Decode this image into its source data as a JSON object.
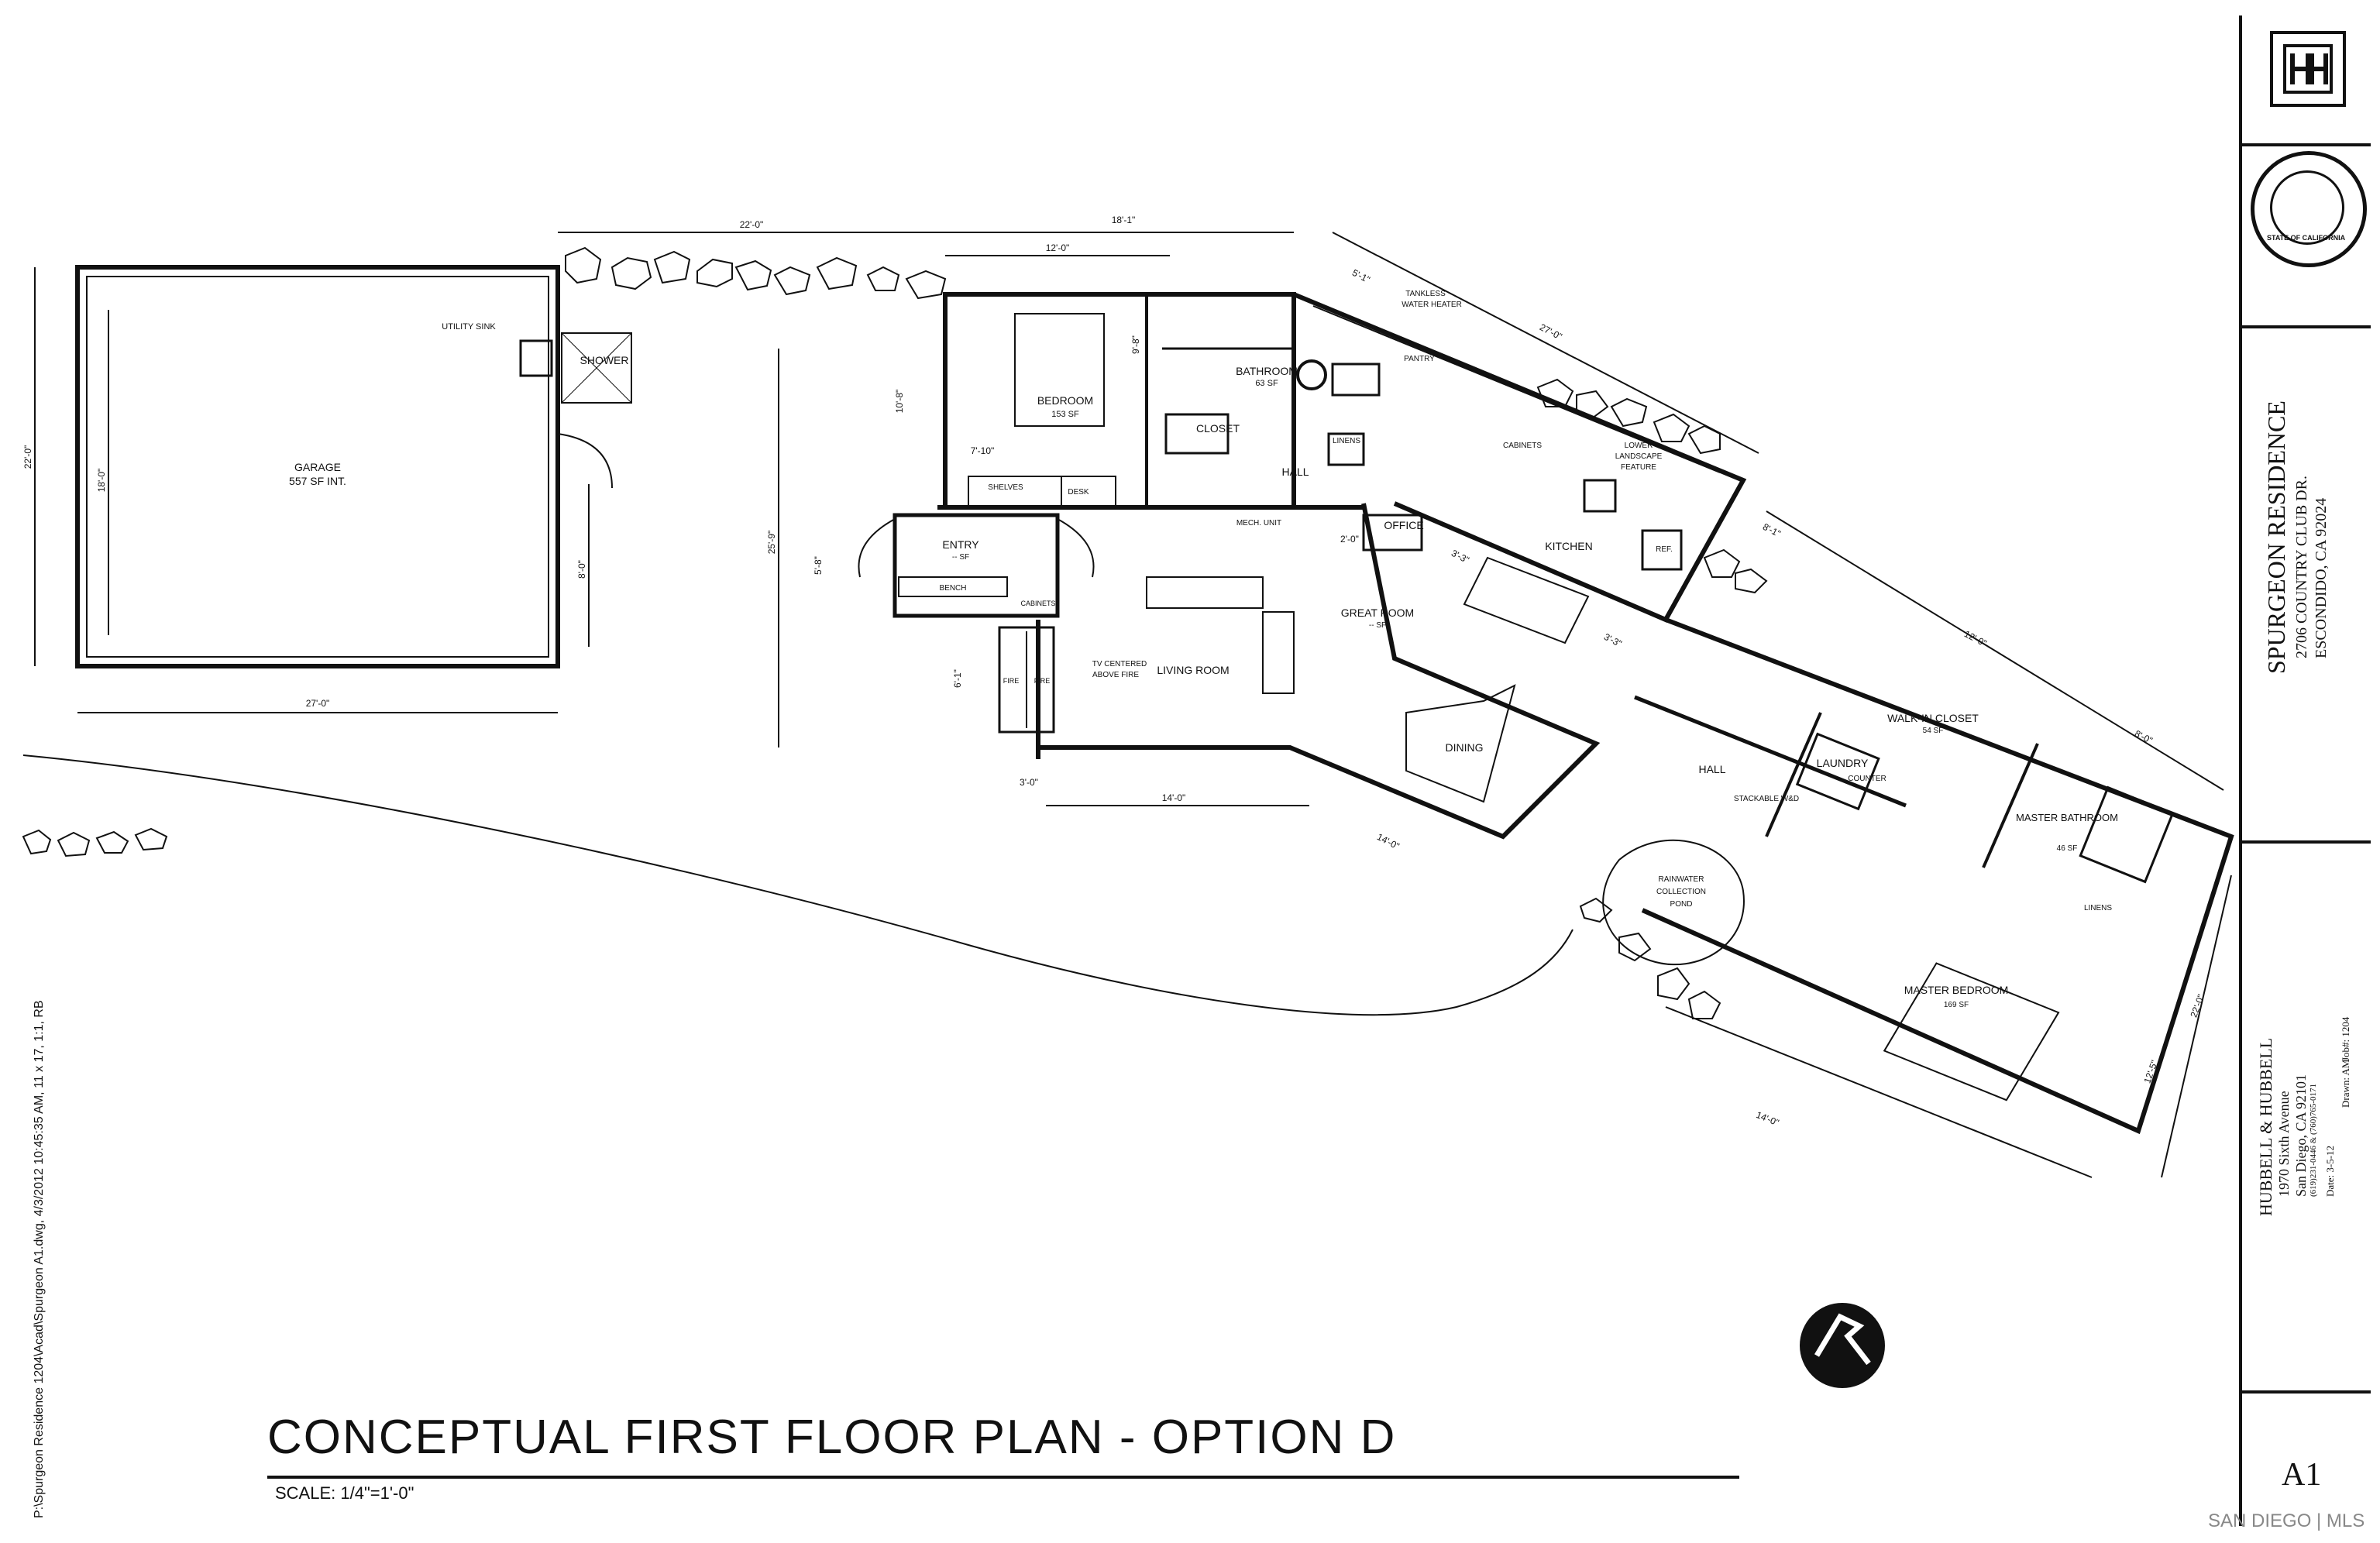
{
  "sheet": {
    "title": "CONCEPTUAL FIRST FLOOR PLAN - OPTION D",
    "scale": "SCALE: 1/4\"=1'-0\"",
    "sheet_number": "A1",
    "plot_path": "P:\\Spurgeon Residence 1204\\Acad\\Spurgeon A1.dwg, 4/3/2012 10:45:35 AM, 11 x 17, 1:1, RB",
    "watermark": "SAN DIEGO | MLS"
  },
  "title_block": {
    "project_name": "SPURGEON RESIDENCE",
    "project_address_1": "2706 COUNTRY CLUB DR.",
    "project_address_2": "ESCONDIDO, CA 92024",
    "firm_name": "HUBBELL & HUBBELL",
    "firm_address_1": "1970 Sixth Avenue",
    "firm_address_2": "San Diego, CA 92101",
    "firm_phone": "(619)231-0446 & (760)765-0171",
    "date": "Date: 3-5-12",
    "drawn": "Drawn: AM",
    "job": "Job#: 1204",
    "seal_text": "STATE OF CALIFORNIA"
  },
  "rooms": {
    "garage": "GARAGE",
    "garage_area": "557 SF INT.",
    "utility_sink": "UTILITY SINK",
    "shower": "SHOWER",
    "bedroom": "BEDROOM",
    "bedroom_area": "153 SF",
    "bathroom": "BATHROOM",
    "bathroom_area": "63 SF",
    "closet": "CLOSET",
    "hall_1": "HALL",
    "linens_1": "LINENS",
    "pantry": "PANTRY",
    "mech_unit": "MECH. UNIT",
    "office": "OFFICE",
    "kitchen": "KITCHEN",
    "cabinets_1": "CABINETS",
    "ref": "REF.",
    "entry": "ENTRY",
    "entry_area": "-- SF",
    "bench": "BENCH",
    "shelves": "SHELVES",
    "desk": "DESK",
    "cabinets_2": "CABINETS",
    "living_room": "LIVING ROOM",
    "tv_note_1": "TV CENTERED",
    "tv_note_2": "ABOVE FIRE",
    "fire_1": "FIRE",
    "fire_2": "FIRE",
    "great_room": "GREAT ROOM",
    "great_room_area": "-- SF",
    "dining": "DINING",
    "hall_2": "HALL",
    "stackable": "STACKABLE W&D",
    "laundry": "LAUNDRY",
    "counter": "COUNTER",
    "walk_in_closet": "WALK-IN CLOSET",
    "walk_in_area": "54 SF",
    "master_bathroom": "MASTER BATHROOM",
    "master_bath_area": "46 SF",
    "linens_2": "LINENS",
    "master_bedroom": "MASTER BEDROOM",
    "master_bedroom_area": "169 SF",
    "rainwater_1": "RAINWATER",
    "rainwater_2": "COLLECTION",
    "rainwater_3": "POND",
    "tankless_1": "TANKLESS",
    "tankless_2": "WATER HEATER",
    "landscape_1": "LOWER",
    "landscape_2": "LANDSCAPE",
    "landscape_3": "FEATURE"
  },
  "dimensions": {
    "garage_top": "22'-0\"",
    "garage_bottom": "27'-0\"",
    "garage_left": "22'-0\"",
    "garage_inner": "18'-0\"",
    "garage_door": "8'-0\"",
    "top_18": "18'-1\"",
    "bedroom_width": "12'-0\"",
    "bedroom_depth": "10'-8\"",
    "bath_dim": "9'-8\"",
    "great_room_depth": "25'-9\"",
    "entry_dim": "5'-8\"",
    "fire_dim": "6'-1\"",
    "fire_width": "3'-0\"",
    "living_width": "14'-0\"",
    "long_wall": "27'-0\"",
    "tankless_dim": "5'-1\"",
    "office_dim": "2'-0\"",
    "bed_closet": "7'-10\"",
    "hall_dim": "3'-3\"",
    "kitchen_dim": "3'-3\"",
    "wing_1": "8'-1\"",
    "wing_2": "12'-0\"",
    "wing_3": "8'-0\"",
    "master_width": "14'-0\"",
    "master_depth": "12'-5\"",
    "master_side": "22'-0\"",
    "great_side": "14'-0\""
  }
}
